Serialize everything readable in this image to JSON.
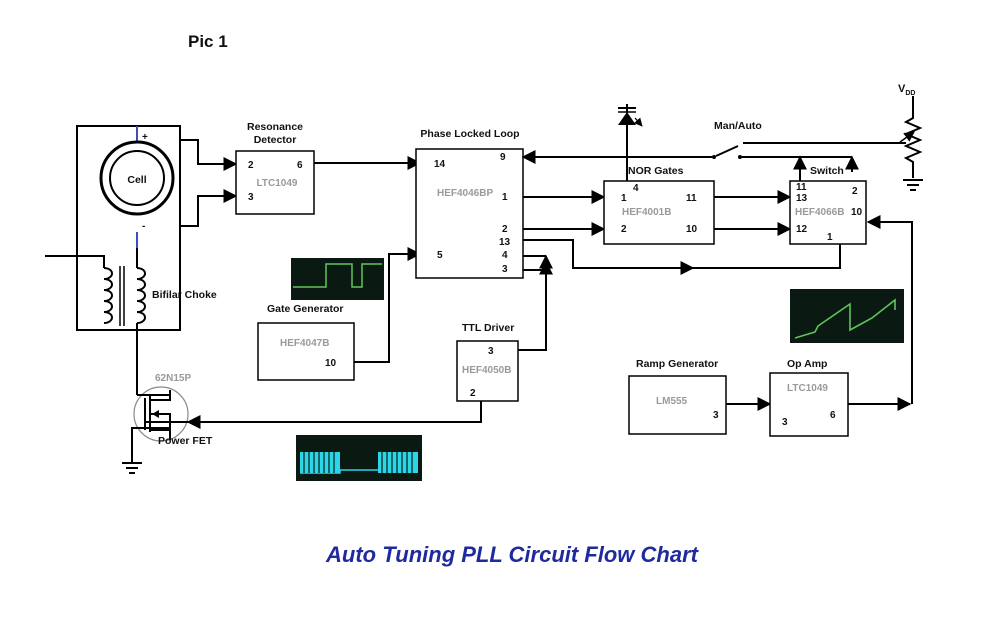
{
  "pic_label": "Pic 1",
  "title": "Auto Tuning PLL Circuit Flow Chart",
  "colors": {
    "title": "#1f2a9e",
    "chip_part": "#9a9a9a",
    "cell_wire": "#3a4fb8",
    "scope_green": "#5fc45a",
    "scope_cyan": "#2bd6e8"
  },
  "vdd": {
    "main": "V",
    "sub": "DD"
  },
  "cell": {
    "label": "Cell",
    "plus": "+",
    "minus": "-"
  },
  "choke": {
    "label": "Bifilar Choke"
  },
  "fet": {
    "part": "62N15P",
    "label": "Power FET"
  },
  "blocks": {
    "resonance": {
      "title_line1": "Resonance",
      "title_line2": "Detector",
      "part": "LTC1049",
      "pins": [
        "2",
        "6",
        "3"
      ]
    },
    "pll": {
      "title": "Phase Locked Loop",
      "part": "HEF4046BP",
      "pins": [
        "14",
        "9",
        "1",
        "2",
        "13",
        "5",
        "4",
        "3"
      ]
    },
    "nor": {
      "title": "NOR Gates",
      "part": "HEF4001B",
      "pins": [
        "4",
        "1",
        "11",
        "2",
        "10"
      ]
    },
    "switch": {
      "title": "Switch",
      "part": "HEF4066B",
      "pins": [
        "11",
        "13",
        "2",
        "10",
        "12",
        "1"
      ]
    },
    "gate_gen": {
      "title": "Gate Generator",
      "part": "HEF4047B",
      "pins": [
        "10"
      ]
    },
    "ttl": {
      "title": "TTL Driver",
      "part": "HEF4050B",
      "pins": [
        "3",
        "2"
      ]
    },
    "ramp": {
      "title": "Ramp Generator",
      "part": "LM555",
      "pins": [
        "3"
      ]
    },
    "opamp": {
      "title": "Op Amp",
      "part": "LTC1049",
      "pins": [
        "3",
        "6"
      ]
    }
  },
  "man_auto": {
    "label": "Man/Auto"
  },
  "icons": [
    "led-icon",
    "ground-icon",
    "potentiometer-icon",
    "mosfet-icon",
    "inductor-icon",
    "switch-icon"
  ]
}
